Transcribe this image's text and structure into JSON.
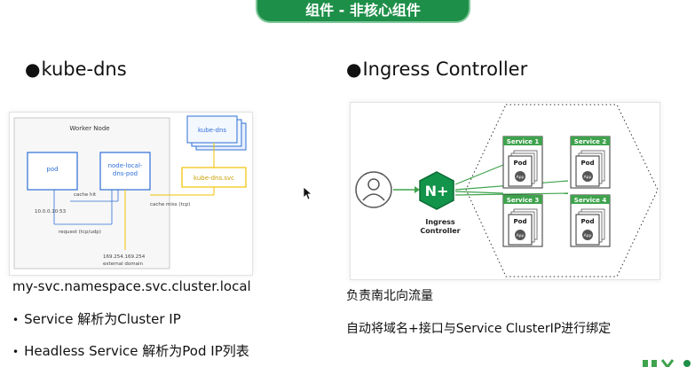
{
  "title": "组件 - 非核心组件",
  "left": {
    "heading": "kube-dns",
    "diagram": {
      "worker_node": "Worker Node",
      "pod": "pod",
      "node_local": "node-local-\ndns-pod",
      "cache_hit": "cache hit",
      "kube_dns": "kube-dns",
      "kube_dns_svc": "kube-dns.svc",
      "cache_miss": "cache miss (tcp)",
      "ip_local": "10.0.0.10:53",
      "request": "request (tcp/udp)",
      "ip_ext1": "169.254.169.254",
      "ip_ext2": "external domain"
    },
    "caption": "my-svc.namespace.svc.cluster.local",
    "bullets": [
      "Service 解析为Cluster IP",
      "Headless Service 解析为Pod IP列表"
    ]
  },
  "right": {
    "heading": "Ingress Controller",
    "diagram": {
      "nplus": "N+",
      "ingress1": "Ingress",
      "ingress2": "Controller",
      "services": [
        "Service 1",
        "Service 2",
        "Service 3",
        "Service 4"
      ],
      "pod": "Pod",
      "app": "App"
    },
    "line1": "负责南北向流量",
    "line2": "自动将域名+接口与Service ClusterIP进行绑定"
  },
  "colors": {
    "accent": "#1e8f49",
    "blue": "#2f6fd6",
    "yellow": "#f2c200",
    "green_line": "#3fa34d"
  }
}
